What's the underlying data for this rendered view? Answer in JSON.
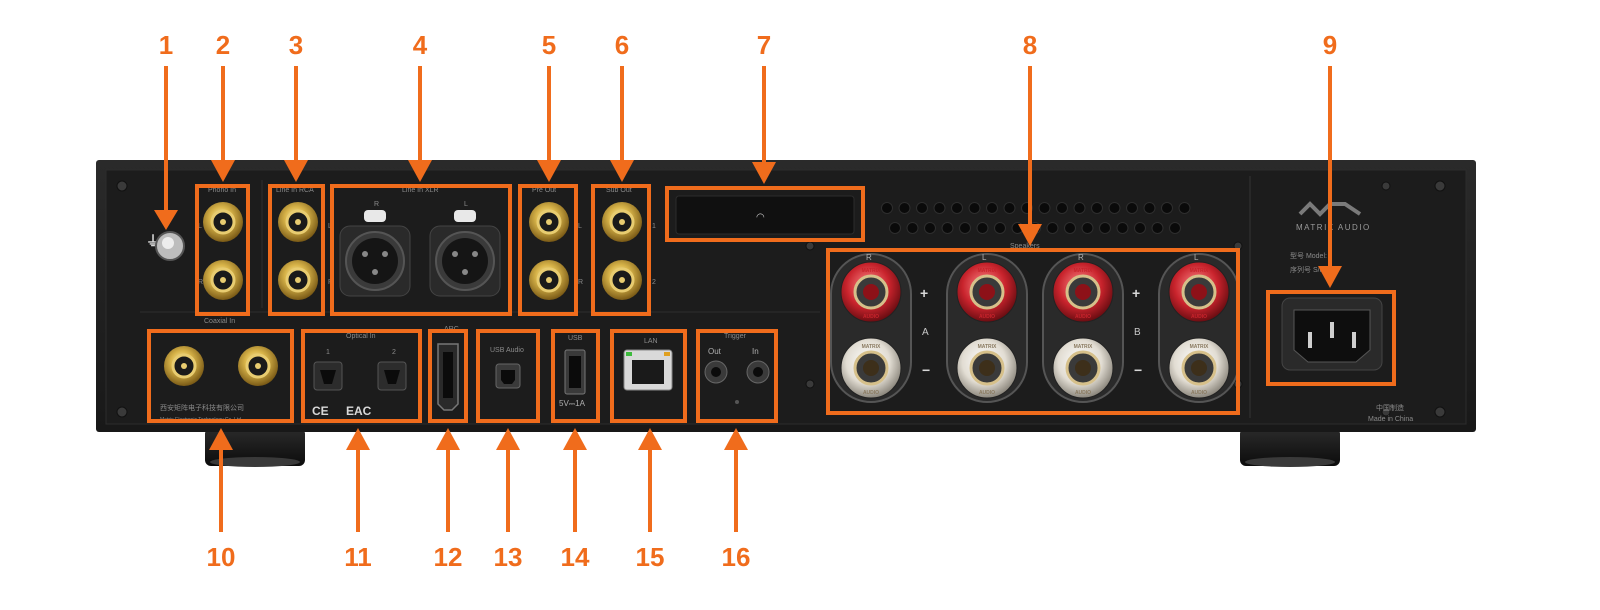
{
  "callouts": [
    "1",
    "2",
    "3",
    "4",
    "5",
    "6",
    "7",
    "8",
    "9",
    "10",
    "11",
    "12",
    "13",
    "14",
    "15",
    "16"
  ],
  "panel_labels": {
    "phono_in": "Phono In",
    "line_in_rca": "Line In RCA",
    "line_in_xlr": "Line In XLR",
    "pre_out": "Pre Out",
    "sub_out": "Sub Out",
    "coaxial_in": "Coaxial In",
    "optical_in": "Optical In",
    "arc": "ARC",
    "usb_audio": "USB Audio",
    "usb": "USB",
    "usb_rating": "5V⎓1A",
    "lan": "LAN",
    "trigger": "Trigger",
    "trigger_out": "Out",
    "trigger_in": "In",
    "speakers": "Speakers",
    "left": "L",
    "right": "R",
    "ch1": "1",
    "ch2": "2",
    "plus": "+",
    "minus": "−",
    "group_a": "A",
    "group_b": "B",
    "brand": "MATRIX AUDIO",
    "model_label": "型号 Model:",
    "serial_label": "序列号 S/N",
    "made_in_cn": "中国制造",
    "made_in_en": "Made in China",
    "maker_cn": "西安矩阵电子科技有限公司",
    "maker_en": "Matrix Electronic Technology Co.,Ltd.",
    "ce_mark": "CE",
    "eac_mark": "EAC",
    "post_brand": "MATRIX",
    "post_brand_2": "AUDIO"
  },
  "colors": {
    "callout": "#f06c1c",
    "chassis": "#202020",
    "panel": "#1a1a1a",
    "gold": "#d4b24a",
    "red_post": "#c8232c"
  },
  "icons": {
    "ground": "ground-terminal-icon",
    "wifi": "wifi-icon",
    "power": "iec-power-inlet-icon"
  }
}
